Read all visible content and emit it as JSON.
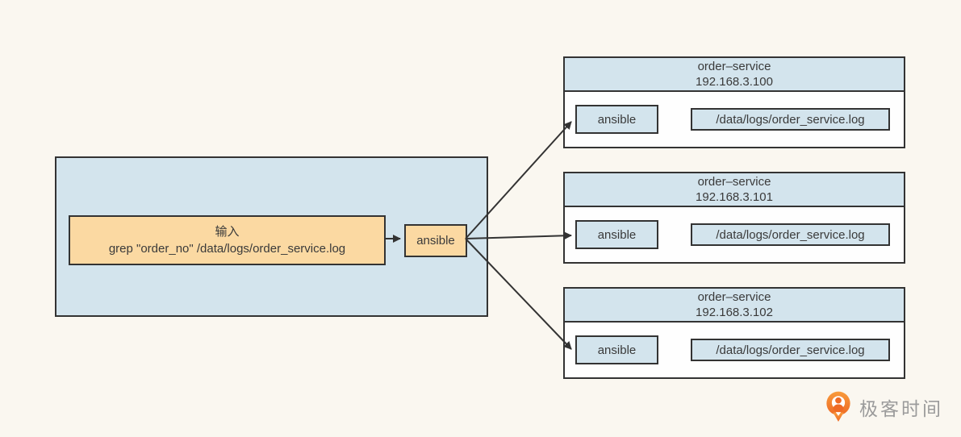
{
  "colors": {
    "background": "#FAF7F0",
    "blue_fill": "#D3E4ED",
    "orange_fill": "#FBD9A2",
    "border": "#333333",
    "logo_orange": "#EE6A25",
    "logo_text_gray": "#9B9B9B"
  },
  "diagram": {
    "input_box": {
      "title": "输入",
      "command": "grep \"order_no\" /data/logs/order_service.log"
    },
    "controller_label": "ansible",
    "servers": [
      {
        "name": "order–service",
        "ip": "192.168.3.100",
        "agent_label": "ansible",
        "log_path": "/data/logs/order_service.log"
      },
      {
        "name": "order–service",
        "ip": "192.168.3.101",
        "agent_label": "ansible",
        "log_path": "/data/logs/order_service.log"
      },
      {
        "name": "order–service",
        "ip": "192.168.3.102",
        "agent_label": "ansible",
        "log_path": "/data/logs/order_service.log"
      }
    ]
  },
  "logo": {
    "text": "极客时间"
  }
}
